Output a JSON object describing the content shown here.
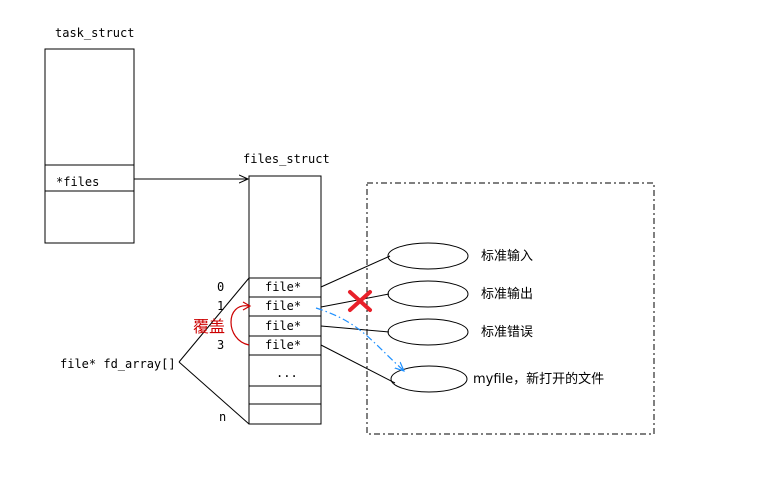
{
  "task_struct": {
    "title": "task_struct",
    "field": "*files"
  },
  "files_struct": {
    "title": "files_struct",
    "slots": [
      {
        "index": "0",
        "label": "file*"
      },
      {
        "index": "1",
        "label": "file*"
      },
      {
        "index": "",
        "label": "file*"
      },
      {
        "index": "3",
        "label": "file*"
      }
    ],
    "ellipsis": "...",
    "last_index": "n"
  },
  "fd_array_label": "file* fd_array[]",
  "overwrite_label": "覆盖",
  "files": [
    {
      "label": "标准输入"
    },
    {
      "label": "标准输出"
    },
    {
      "label": "标准错误"
    },
    {
      "label": "myfile，新打开的文件"
    }
  ],
  "colors": {
    "line": "#000000",
    "overwrite": "#cc0000",
    "cross": "#e8202a",
    "redirect": "#1e90ff"
  },
  "icons": {
    "cross": "x-mark-icon"
  }
}
